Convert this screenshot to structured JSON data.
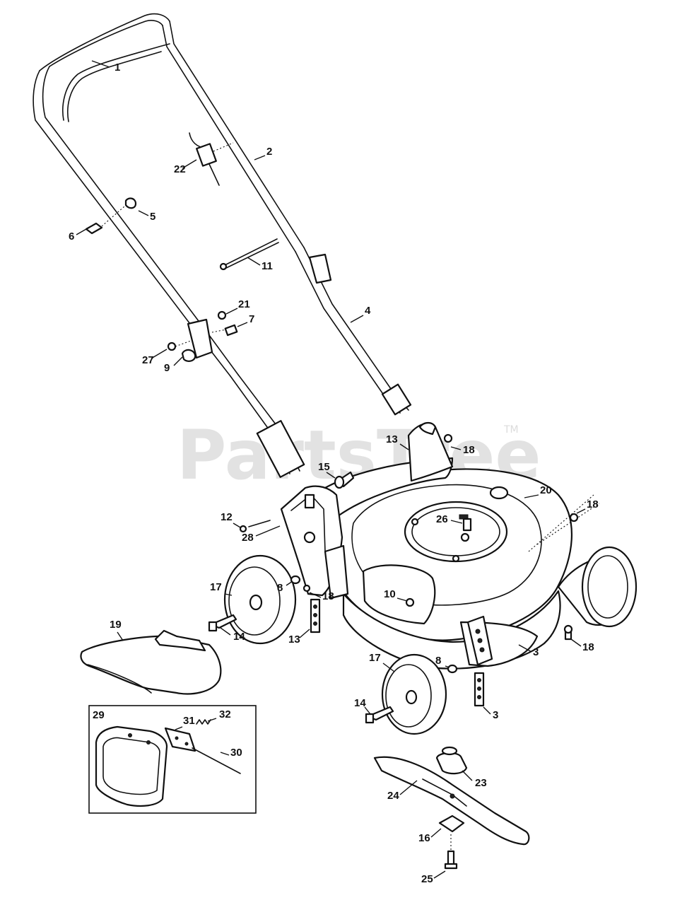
{
  "watermark": {
    "brand": "PartsTree",
    "trademark": "TM"
  },
  "inset": {
    "number": "29"
  },
  "callouts": [
    "1",
    "2",
    "22",
    "5",
    "6",
    "11",
    "21",
    "7",
    "4",
    "27",
    "9",
    "13",
    "18",
    "15",
    "20",
    "12",
    "18",
    "26",
    "28",
    "17",
    "8",
    "18",
    "10",
    "13",
    "14",
    "19",
    "17",
    "8",
    "3",
    "18",
    "14",
    "3",
    "29",
    "31",
    "32",
    "30",
    "23",
    "24",
    "16",
    "25"
  ]
}
